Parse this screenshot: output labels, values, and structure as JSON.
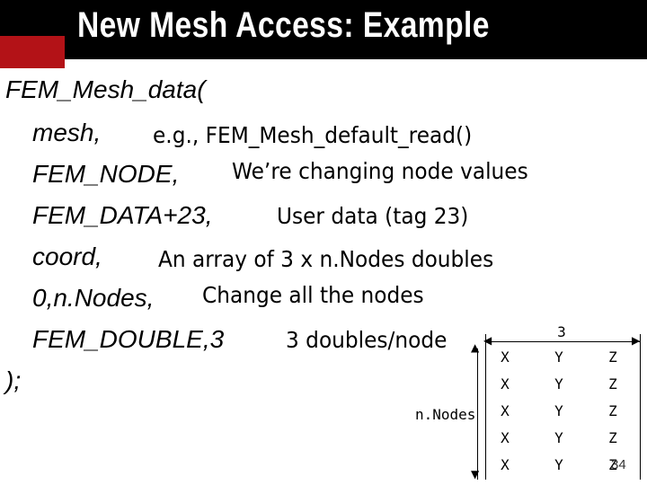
{
  "slide": {
    "title": "New Mesh Access: Example",
    "page_number": "34"
  },
  "code": {
    "call": "FEM_Mesh_data(",
    "args": [
      "mesh,",
      "FEM_NODE,",
      "FEM_DATA+23,",
      "coord,",
      "0,n.Nodes,",
      "FEM_DOUBLE,3"
    ],
    "close": ");"
  },
  "notes": [
    "e.g., FEM_Mesh_default_read()",
    "We’re changing node values",
    "User data (tag 23)",
    "An array of 3 x n.Nodes doubles",
    "Change all the nodes",
    "3 doubles/node"
  ],
  "diagram": {
    "width_label": "3",
    "rows_label": "n.Nodes",
    "columns": [
      "X",
      "Y",
      "Z"
    ],
    "row_count": 5
  },
  "colors": {
    "title_bar": "#000000",
    "accent": "#b31217",
    "title_text": "#ffffff"
  }
}
